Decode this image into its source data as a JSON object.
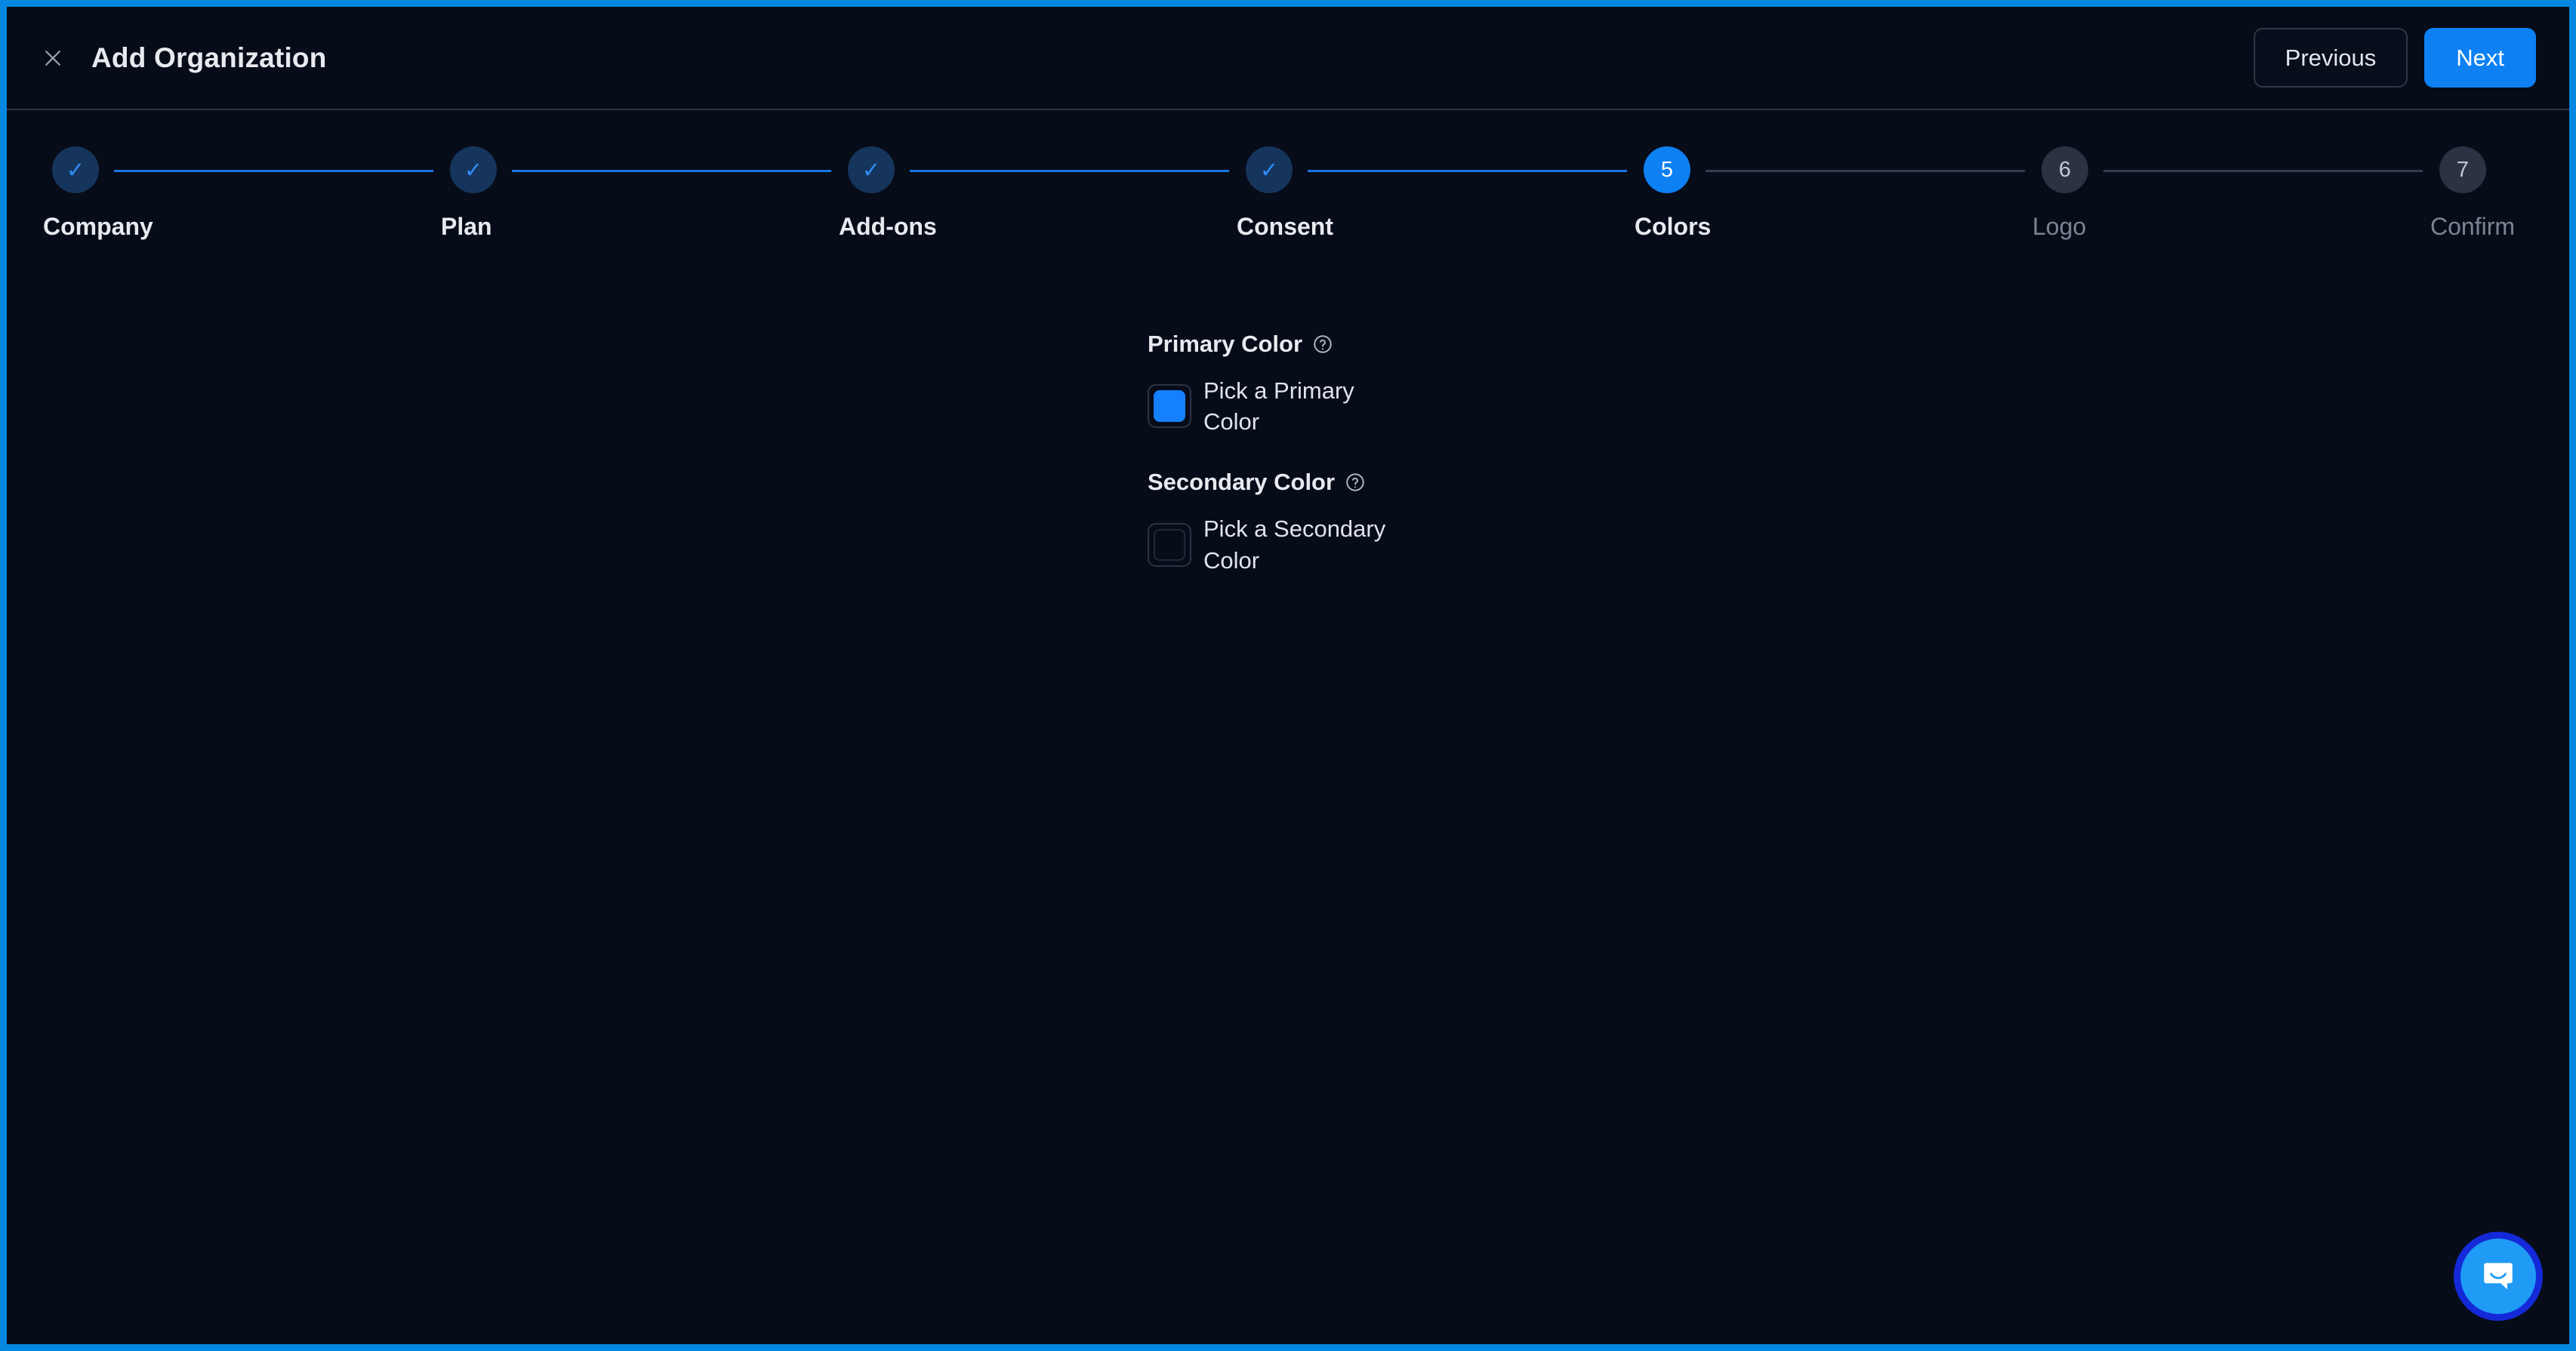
{
  "header": {
    "title": "Add Organization",
    "close_icon": "close-icon",
    "previous_label": "Previous",
    "next_label": "Next"
  },
  "stepper": {
    "steps": [
      {
        "number": "1",
        "label": "Company",
        "state": "done",
        "marker": "✓"
      },
      {
        "number": "2",
        "label": "Plan",
        "state": "done",
        "marker": "✓"
      },
      {
        "number": "3",
        "label": "Add-ons",
        "state": "done",
        "marker": "✓"
      },
      {
        "number": "4",
        "label": "Consent",
        "state": "done",
        "marker": "✓"
      },
      {
        "number": "5",
        "label": "Colors",
        "state": "active",
        "marker": "5"
      },
      {
        "number": "6",
        "label": "Logo",
        "state": "todo",
        "marker": "6"
      },
      {
        "number": "7",
        "label": "Confirm",
        "state": "todo",
        "marker": "7"
      }
    ],
    "current_step": "5",
    "total_steps": "7"
  },
  "content": {
    "primary": {
      "label": "Primary Color",
      "help_icon": "help-circle-icon",
      "caption": "Pick a Primary Color",
      "value": "#1580fb",
      "selected": true
    },
    "secondary": {
      "label": "Secondary Color",
      "help_icon": "help-circle-icon",
      "caption": "Pick a Secondary Color",
      "value": "",
      "selected": false
    }
  },
  "chat": {
    "icon": "chat-bubble-icon"
  },
  "colors": {
    "frame": "#0587e0",
    "background": "#070c19",
    "accent": "#0d80f2",
    "step_done_bg": "#16355c",
    "step_done_fg": "#2f8cf5",
    "step_todo_bg": "#2b3243",
    "line_done": "#1976e4",
    "line_todo": "#363d4e",
    "text_primary": "#e8eaf0",
    "text_muted": "#7c8494",
    "chat_inner": "#1f9bf5",
    "chat_outer": "#1429d8"
  }
}
